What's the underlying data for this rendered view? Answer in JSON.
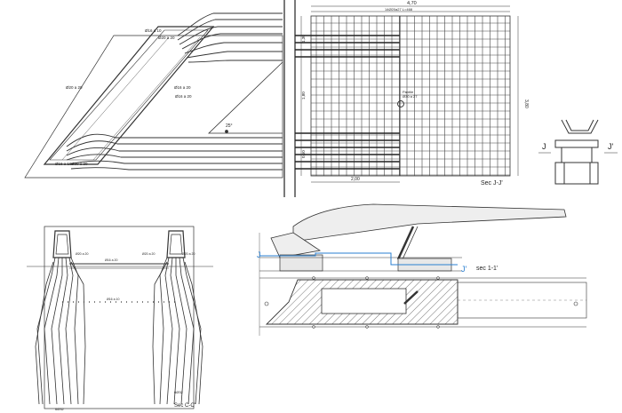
{
  "drawing_set": {
    "plan_view": {
      "bar_labels": [
        "Ø16 a 10",
        "Ø20 a 20",
        "Ø20 a 20",
        "Ø16 a 20",
        "Ø16 a 20",
        "Ø16 a 10",
        "Ø20 a 20"
      ],
      "angle_label": "25°"
    },
    "section_jj": {
      "dim_width_total": "4,70",
      "dim_sub": "14Ø20a27 L=468",
      "dim_height_total": "3,80",
      "dim_left_1": "1,80",
      "dim_left_2": "1,30",
      "dim_left_3": "0,50",
      "dim_bottom": "2,00",
      "pile_label_1": "Pantile",
      "pile_label_2": "Ø30 a 27",
      "caption": "Sec J-J'"
    },
    "section_marker": {
      "left": "J",
      "right": "J'"
    },
    "section_cc": {
      "labels": [
        "Ø20 a 20",
        "Ø16 a 20",
        "Ø20 a 20",
        "Ø16 a 10",
        "Ø20 a 20"
      ],
      "bottom_left": "6Ø32",
      "bottom_right": "6Ø32",
      "caption": "Sec C-C'"
    },
    "elevation_11": {
      "marker_left": "J",
      "marker_right": "J'",
      "caption": "sec 1-1'"
    }
  },
  "colors": {
    "line": "#222222",
    "section_cut": "#2a7fd0",
    "hatch": "#888888"
  }
}
